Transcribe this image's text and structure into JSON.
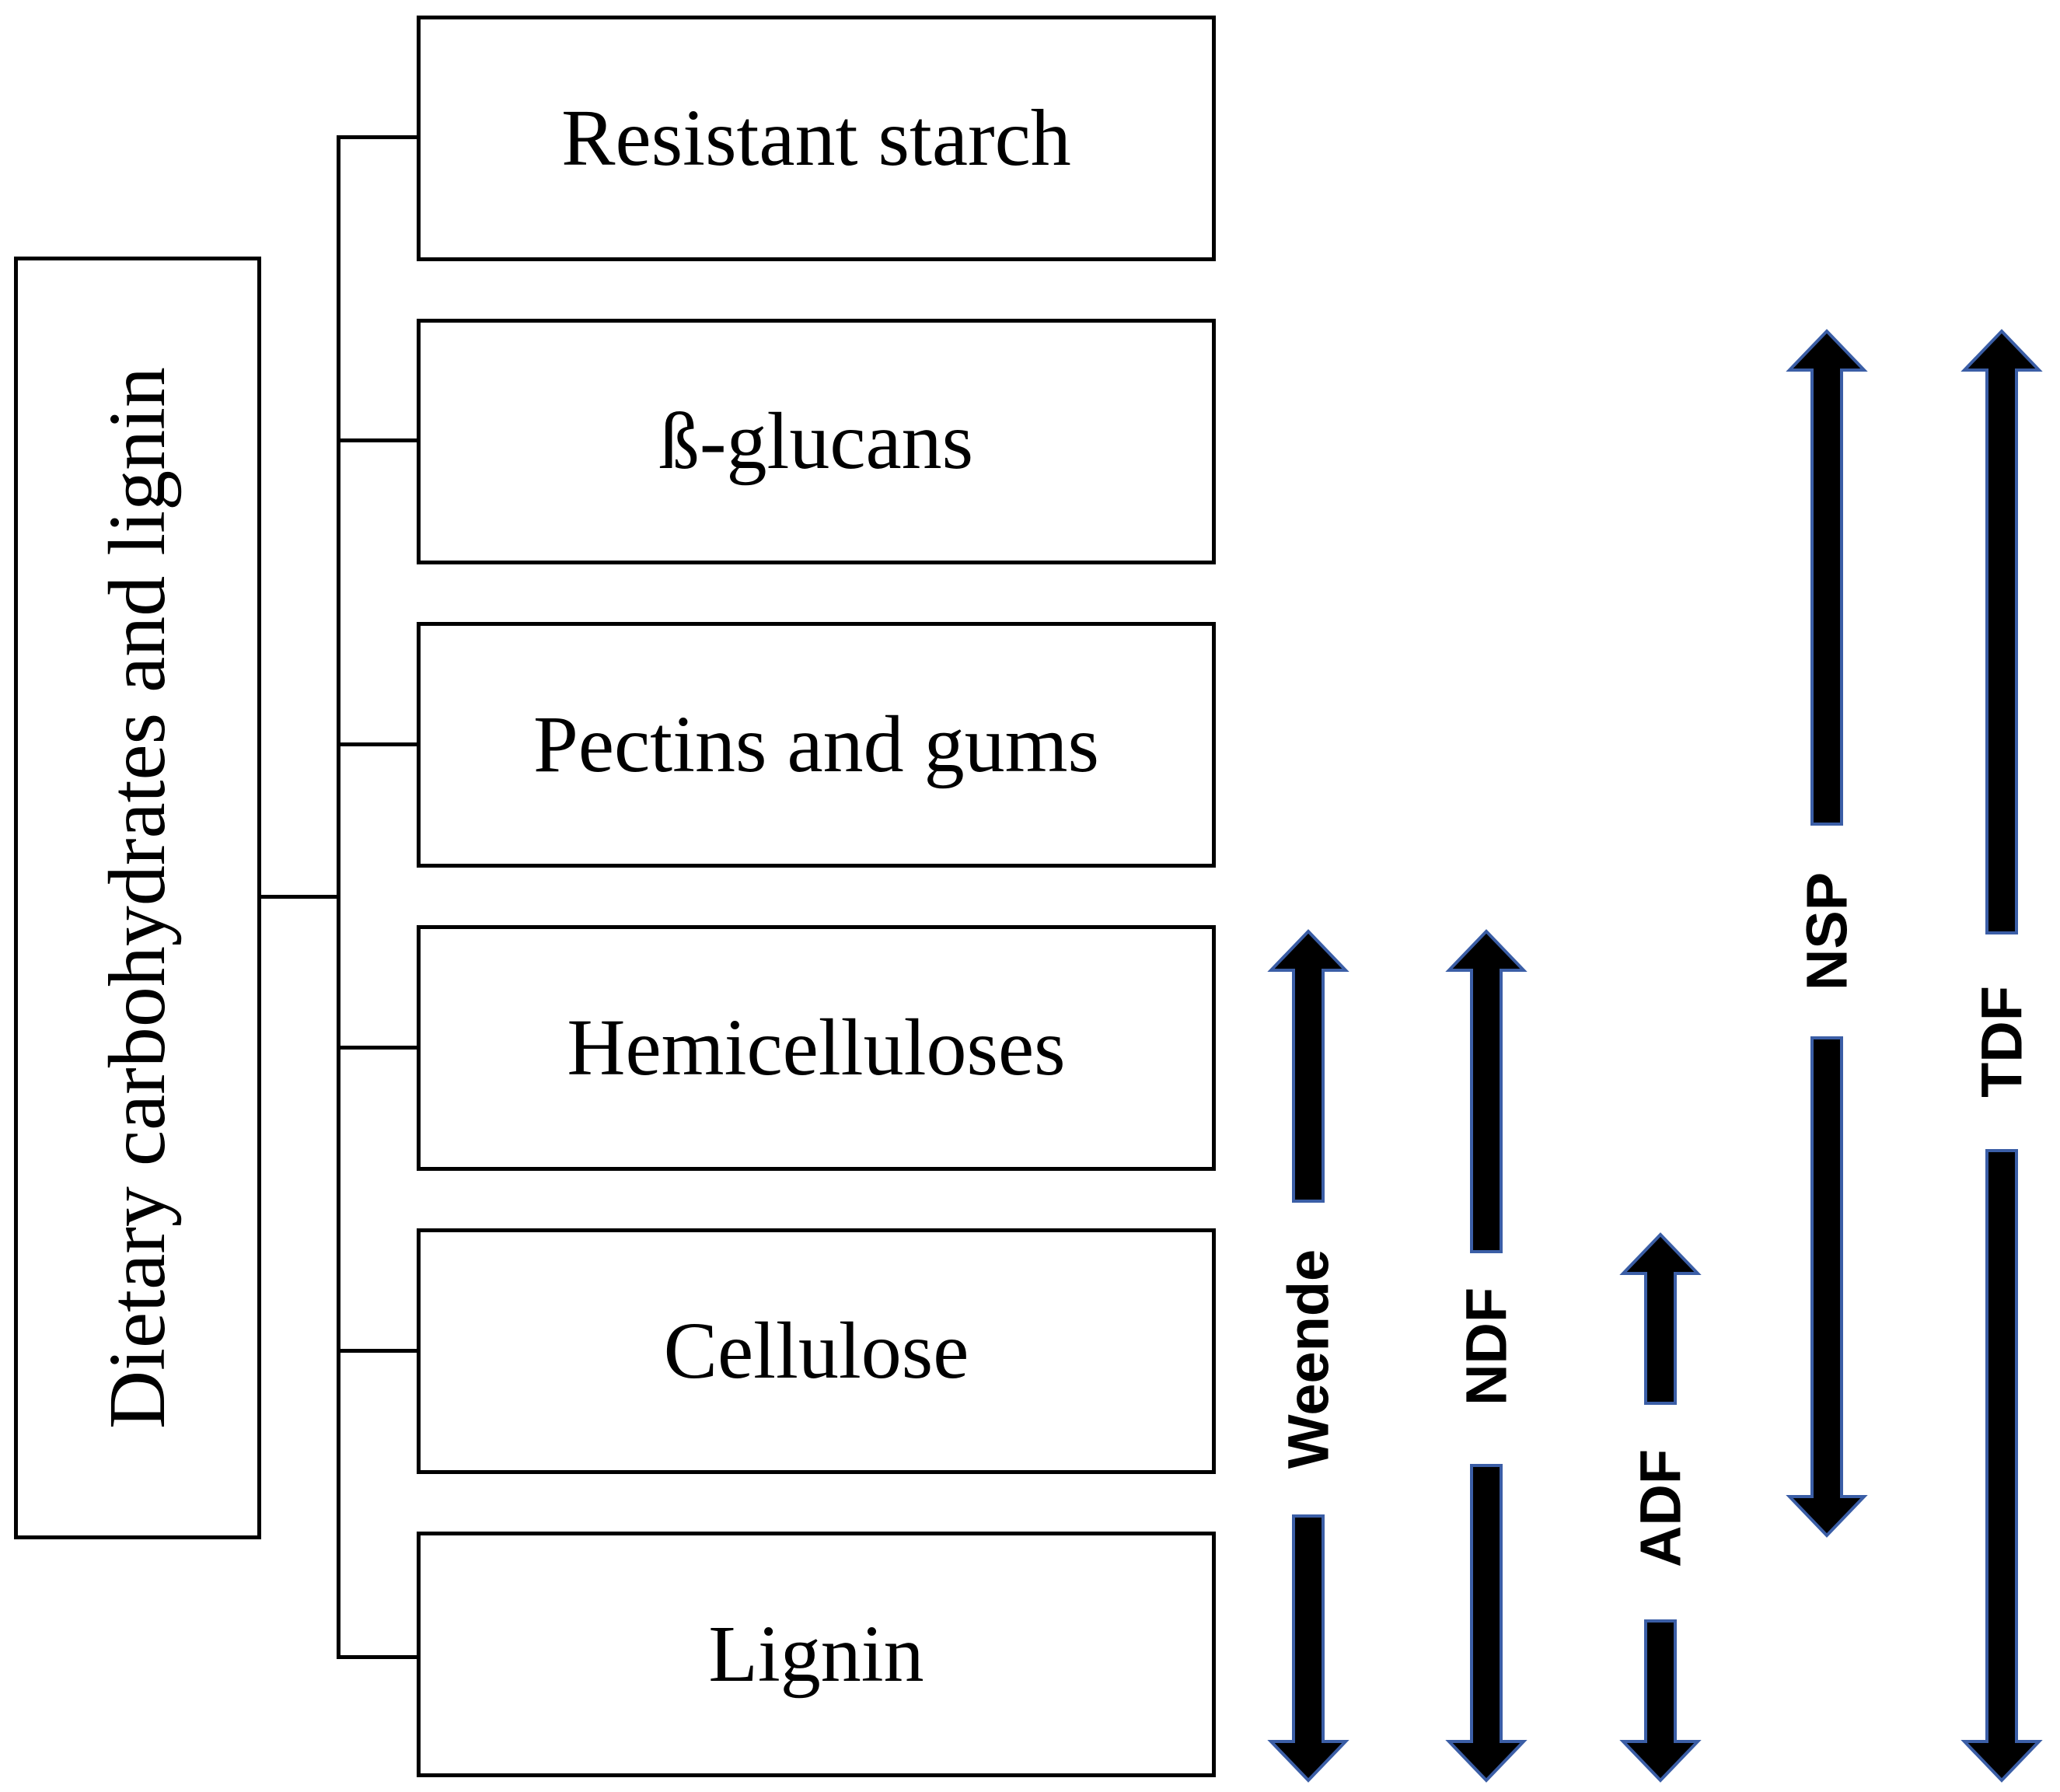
{
  "root": {
    "label": "Dietary carbohydrates and lignin"
  },
  "categories": [
    {
      "label": "Resistant starch"
    },
    {
      "label": "ß-glucans"
    },
    {
      "label": "Pectins and gums"
    },
    {
      "label": "Hemicelluloses"
    },
    {
      "label": "Cellulose"
    },
    {
      "label": "Lignin"
    }
  ],
  "fractions": [
    {
      "label": "Weende"
    },
    {
      "label": "NDF"
    },
    {
      "label": "ADF"
    },
    {
      "label": "NSP"
    },
    {
      "label": "TDF"
    }
  ],
  "colors": {
    "arrow_fill": "#000000",
    "arrow_outline": "#3b5ea6"
  }
}
